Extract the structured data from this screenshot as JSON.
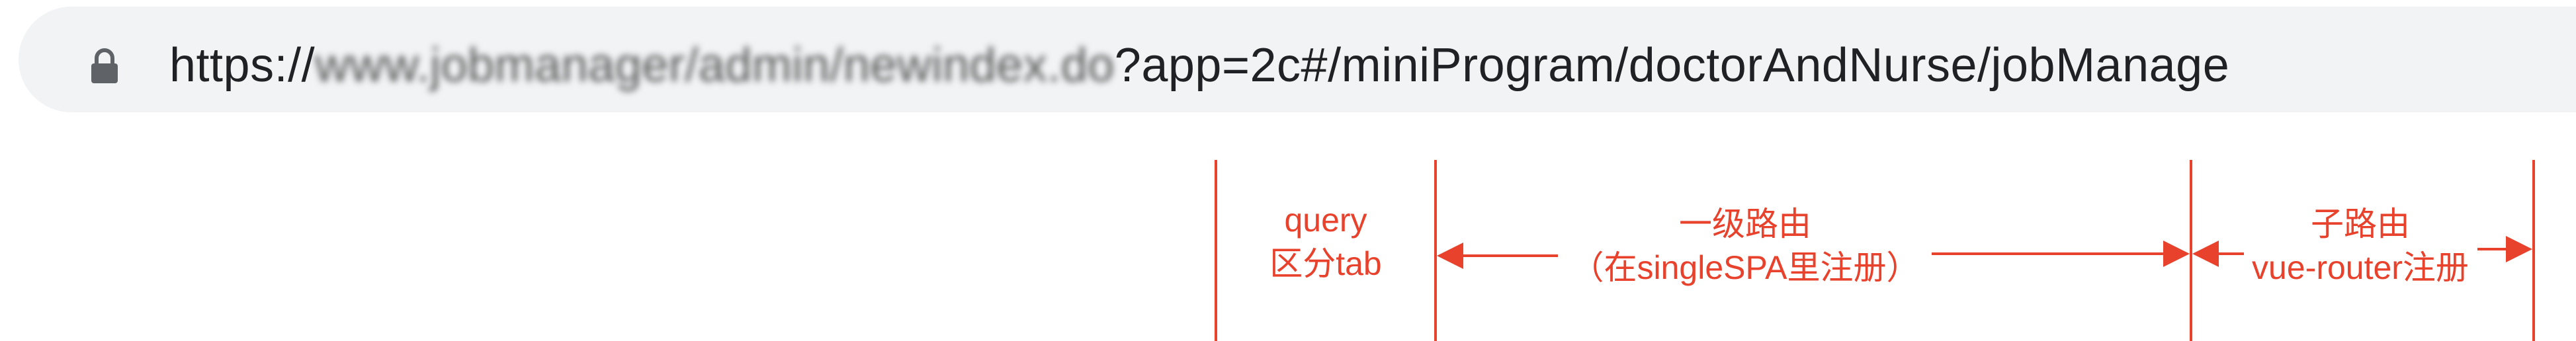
{
  "address_bar": {
    "icon": "lock-icon",
    "url_prefix": "https://",
    "url_obscured": "www.jobmanager/admin/newindex.do",
    "url_suffix": "?app=2c#/miniProgram/doctorAndNurse/jobManage"
  },
  "annotations": {
    "query": {
      "line1": "query",
      "line2": "区分tab"
    },
    "level1_route": {
      "line1": "一级路由",
      "line2": "（在singleSPA里注册）"
    },
    "child_route": {
      "line1": "子路由",
      "line2": "vue-router注册"
    }
  },
  "colors": {
    "annotation": "#e8412c",
    "url_bar_bg": "#f1f3f4",
    "url_text": "#202124"
  }
}
